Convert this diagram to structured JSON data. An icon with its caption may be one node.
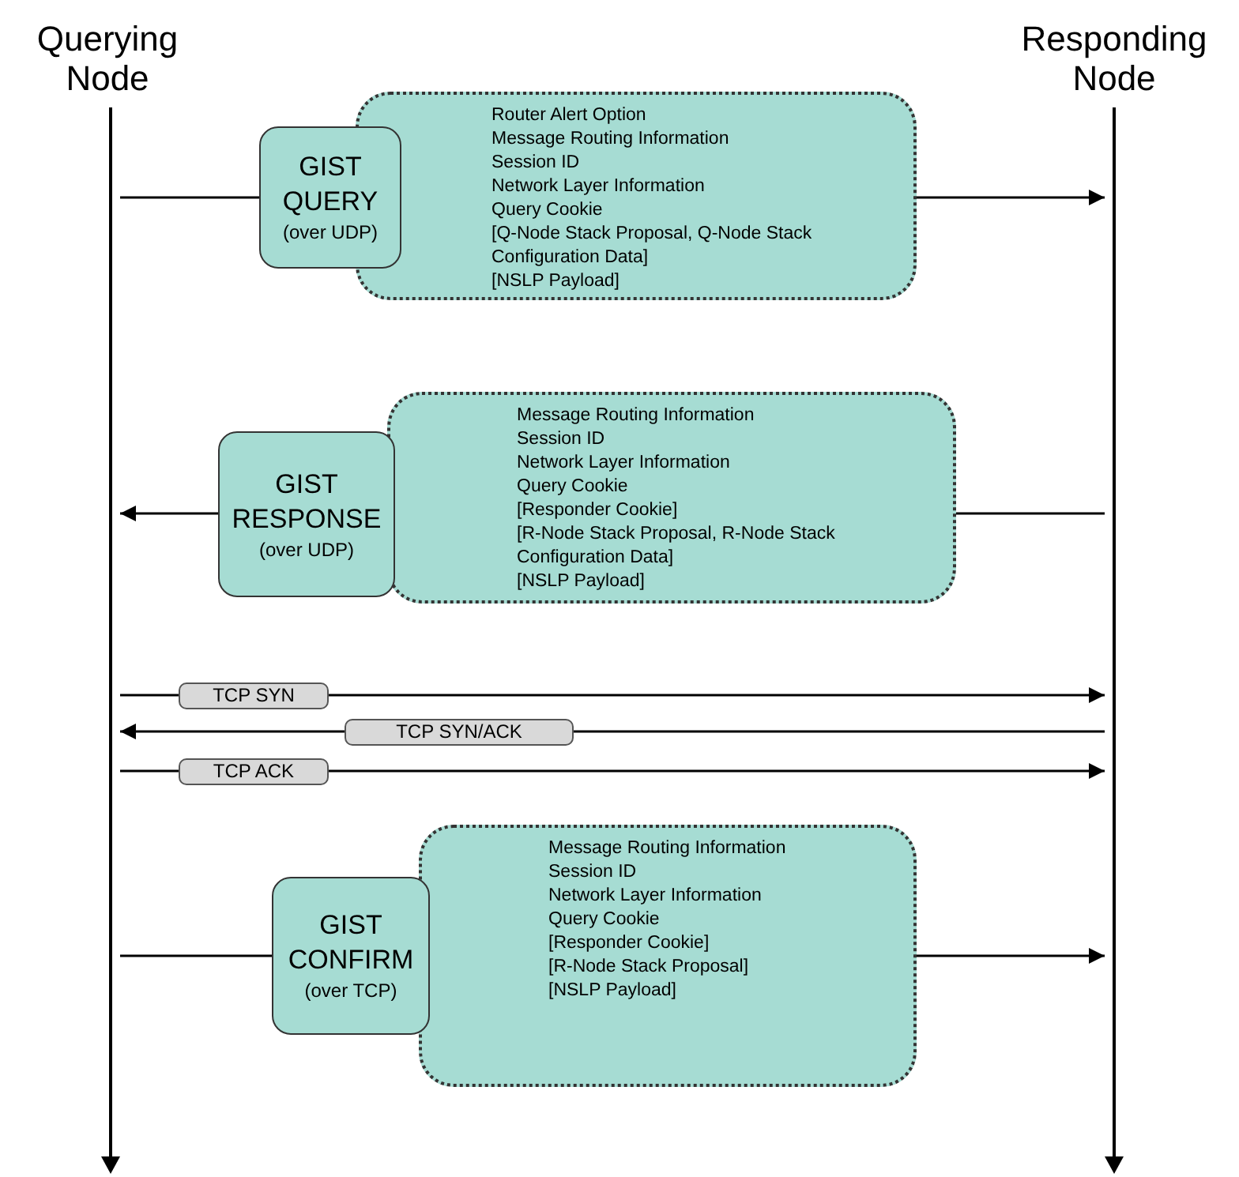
{
  "diagram": {
    "nodes": [
      {
        "text": [
          "Querying Node"
        ]
      },
      {
        "text": [
          "Responding Node"
        ]
      },
      {
        "text": [],
        "shape": "bar"
      },
      {
        "text": [],
        "shape": "bar"
      },
      {
        "text": [
          "Router Alert Option",
          "Message Routing Information",
          "Session ID",
          "Network Layer Information",
          "Query Cookie",
          "[Q-Node Stack Proposal, Q-Node Stack Configuration Data]",
          "[NSLP Payload]"
        ]
      },
      {
        "text": [
          "GIST QUERY",
          "(over UDP)"
        ]
      },
      {
        "text": [
          "Message Routing Information",
          "Session ID",
          "Network Layer Information",
          "Query Cookie",
          "[Responder Cookie]",
          "[R-Node Stack Proposal, R-Node Stack Configuration Data]",
          "[NSLP Payload]"
        ]
      },
      {
        "text": [
          "GIST RESPONSE",
          "(over UDP)"
        ]
      },
      {
        "text": [
          "TCP SYN"
        ]
      },
      {
        "text": [
          "TCP SYN/ACK"
        ]
      },
      {
        "text": [
          "TCP ACK"
        ]
      },
      {
        "text": [
          "Message Routing Information",
          "Session ID",
          "Network Layer Information",
          "Query Cookie",
          "[Responder Cookie]",
          "[R-Node Stack Proposal]",
          "[NSLP Payload]"
        ]
      },
      {
        "text": [
          "GIST CONFIRM",
          "(over TCP)"
        ]
      }
    ],
    "edges": [
      {
        "from": 2,
        "to": 5,
        "arrow": "none"
      },
      {
        "from": 4,
        "to": 3,
        "arrow": "to"
      },
      {
        "from": 3,
        "to": 6,
        "arrow": "none"
      },
      {
        "from": 7,
        "to": 2,
        "arrow": "to"
      },
      {
        "from": 2,
        "to": 8,
        "arrow": "none"
      },
      {
        "from": 8,
        "to": 3,
        "arrow": "to"
      },
      {
        "from": 3,
        "to": 9,
        "arrow": "none"
      },
      {
        "from": 9,
        "to": 2,
        "arrow": "to"
      },
      {
        "from": 2,
        "to": 10,
        "arrow": "none"
      },
      {
        "from": 10,
        "to": 3,
        "arrow": "to"
      },
      {
        "from": 2,
        "to": 12,
        "arrow": "none"
      },
      {
        "from": 11,
        "to": 3,
        "arrow": "to"
      }
    ]
  }
}
